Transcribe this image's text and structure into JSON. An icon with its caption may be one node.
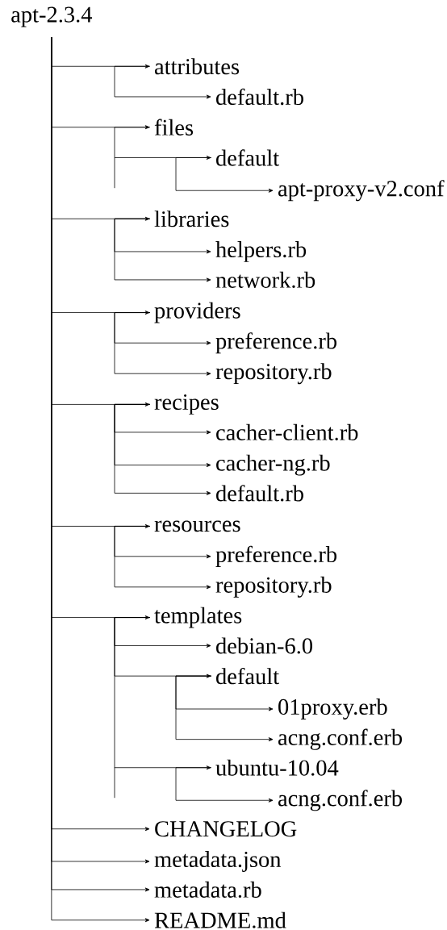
{
  "diagram": {
    "nodes": [
      {
        "text": [
          "apt-2.3.4"
        ]
      },
      {
        "text": [
          "attributes"
        ]
      },
      {
        "text": [
          "default.rb"
        ]
      },
      {
        "text": [
          "files"
        ]
      },
      {
        "text": [
          "default"
        ]
      },
      {
        "text": [
          "apt-proxy-v2.conf"
        ]
      },
      {
        "text": [
          "libraries"
        ]
      },
      {
        "text": [
          "helpers.rb"
        ]
      },
      {
        "text": [
          "network.rb"
        ]
      },
      {
        "text": [
          "providers"
        ]
      },
      {
        "text": [
          "preference.rb"
        ]
      },
      {
        "text": [
          "repository.rb"
        ]
      },
      {
        "text": [
          "recipes"
        ]
      },
      {
        "text": [
          "cacher-client.rb"
        ]
      },
      {
        "text": [
          "cacher-ng.rb"
        ]
      },
      {
        "text": [
          "default.rb"
        ]
      },
      {
        "text": [
          "resources"
        ]
      },
      {
        "text": [
          "preference.rb"
        ]
      },
      {
        "text": [
          "repository.rb"
        ]
      },
      {
        "text": [
          "templates"
        ]
      },
      {
        "text": [
          "debian-6.0"
        ]
      },
      {
        "text": [
          "default"
        ]
      },
      {
        "text": [
          "01proxy.erb"
        ]
      },
      {
        "text": [
          "acng.conf.erb"
        ]
      },
      {
        "text": [
          "ubuntu-10.04"
        ]
      },
      {
        "text": [
          "acng.conf.erb"
        ]
      },
      {
        "text": [
          "CHANGELOG"
        ]
      },
      {
        "text": [
          "metadata.json"
        ]
      },
      {
        "text": [
          "metadata.rb"
        ]
      },
      {
        "text": [
          "README.md"
        ]
      }
    ],
    "edges": [
      {
        "from": 0,
        "to": 1,
        "arrow": "to"
      },
      {
        "from": 1,
        "to": 2,
        "arrow": "to"
      },
      {
        "from": 0,
        "to": 3,
        "arrow": "to"
      },
      {
        "from": 3,
        "to": 4,
        "arrow": "to"
      },
      {
        "from": 4,
        "to": 5,
        "arrow": "to"
      },
      {
        "from": 0,
        "to": 6,
        "arrow": "to"
      },
      {
        "from": 6,
        "to": 7,
        "arrow": "to"
      },
      {
        "from": 6,
        "to": 8,
        "arrow": "to"
      },
      {
        "from": 0,
        "to": 9,
        "arrow": "to"
      },
      {
        "from": 9,
        "to": 10,
        "arrow": "to"
      },
      {
        "from": 9,
        "to": 11,
        "arrow": "to"
      },
      {
        "from": 0,
        "to": 12,
        "arrow": "to"
      },
      {
        "from": 12,
        "to": 13,
        "arrow": "to"
      },
      {
        "from": 12,
        "to": 14,
        "arrow": "to"
      },
      {
        "from": 12,
        "to": 15,
        "arrow": "to"
      },
      {
        "from": 0,
        "to": 16,
        "arrow": "to"
      },
      {
        "from": 16,
        "to": 17,
        "arrow": "to"
      },
      {
        "from": 16,
        "to": 18,
        "arrow": "to"
      },
      {
        "from": 0,
        "to": 19,
        "arrow": "to"
      },
      {
        "from": 19,
        "to": 20,
        "arrow": "to"
      },
      {
        "from": 19,
        "to": 21,
        "arrow": "to"
      },
      {
        "from": 21,
        "to": 22,
        "arrow": "to"
      },
      {
        "from": 21,
        "to": 23,
        "arrow": "to"
      },
      {
        "from": 19,
        "to": 24,
        "arrow": "to"
      },
      {
        "from": 24,
        "to": 25,
        "arrow": "to"
      },
      {
        "from": 0,
        "to": 26,
        "arrow": "to"
      },
      {
        "from": 0,
        "to": 27,
        "arrow": "to"
      },
      {
        "from": 0,
        "to": 28,
        "arrow": "to"
      },
      {
        "from": 0,
        "to": 29,
        "arrow": "to"
      }
    ]
  }
}
